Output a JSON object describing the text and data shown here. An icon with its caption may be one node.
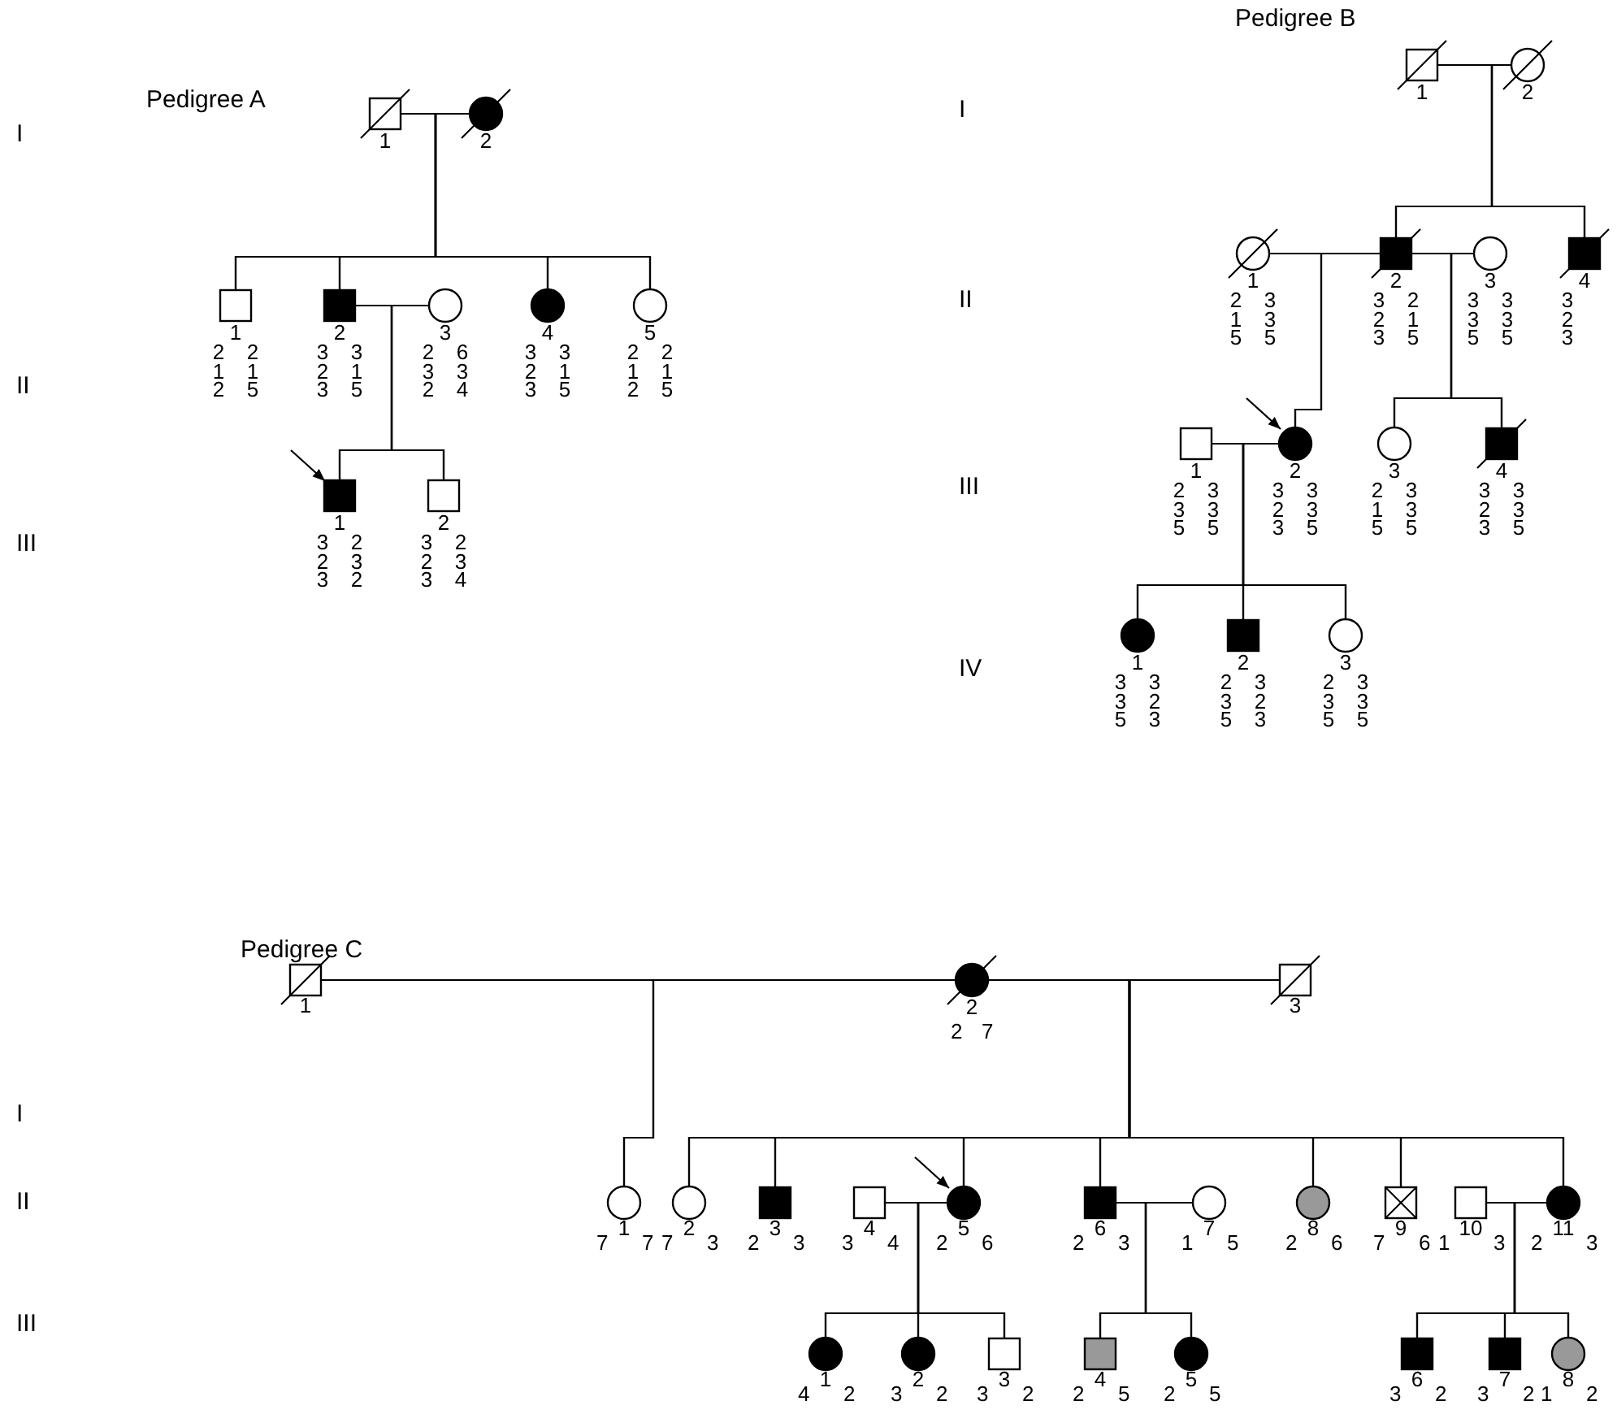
{
  "diagram": {
    "nodes": [
      {
        "text": [
          "1"
        ]
      },
      {
        "text": [
          "2"
        ]
      },
      {
        "text": [
          "1"
        ],
        "beside": [
          "2 1 2",
          "2 1 5"
        ]
      },
      {
        "text": [
          "2"
        ],
        "beside": [
          "3 2 3",
          "3 1 5"
        ]
      },
      {
        "text": [
          "3"
        ],
        "beside": [
          "2 3 2",
          "6 3 4"
        ]
      },
      {
        "text": [
          "4"
        ],
        "beside": [
          "3 2 3",
          "3 1 5"
        ]
      },
      {
        "text": [
          "5"
        ],
        "beside": [
          "2 1 2",
          "2 1 5"
        ]
      },
      {
        "text": [
          "1"
        ],
        "beside": [
          "3 2 3",
          "2 3 2"
        ]
      },
      {
        "text": [
          "2"
        ],
        "beside": [
          "3 2 3",
          "2 3 4"
        ]
      },
      {
        "text": [
          "1"
        ]
      },
      {
        "text": [
          "2"
        ]
      },
      {
        "text": [
          "1"
        ],
        "beside": [
          "2 1 5",
          "3 3 5"
        ]
      },
      {
        "text": [
          "2"
        ],
        "beside": [
          "3 2 3",
          "2 1 5"
        ]
      },
      {
        "text": [
          "3"
        ],
        "beside": [
          "3 3 5",
          "3 3 5"
        ]
      },
      {
        "text": [
          "4"
        ],
        "beside": [
          "3 2 3"
        ]
      },
      {
        "text": [
          "1"
        ],
        "beside": [
          "2 3 5",
          "3 3 5"
        ]
      },
      {
        "text": [
          "2"
        ],
        "beside": [
          "3 2 3",
          "3 3 5"
        ]
      },
      {
        "text": [
          "3"
        ],
        "beside": [
          "2 1 5",
          "3 3 5"
        ]
      },
      {
        "text": [
          "4"
        ],
        "beside": [
          "3 2 3",
          "3 3 5"
        ]
      },
      {
        "text": [
          "1"
        ],
        "beside": [
          "3 3 5",
          "3 2 3"
        ]
      },
      {
        "text": [
          "2"
        ],
        "beside": [
          "2 3 5",
          "3 2 3"
        ]
      },
      {
        "text": [
          "3"
        ],
        "beside": [
          "2 3 5",
          "3 3 5"
        ]
      },
      {
        "text": [
          "1"
        ]
      },
      {
        "text": [
          "2"
        ],
        "beside": [
          "2",
          "7"
        ]
      },
      {
        "text": [
          "3"
        ]
      },
      {
        "text": [
          "1"
        ],
        "beside": [
          "7",
          "7"
        ]
      },
      {
        "text": [
          "2"
        ],
        "beside": [
          "7",
          "3"
        ]
      },
      {
        "text": [
          "3"
        ],
        "beside": [
          "2",
          "3"
        ]
      },
      {
        "text": [
          "4"
        ],
        "beside": [
          "3",
          "4"
        ]
      },
      {
        "text": [
          "5"
        ],
        "beside": [
          "2",
          "6"
        ]
      },
      {
        "text": [
          "6"
        ],
        "beside": [
          "2",
          "3"
        ]
      },
      {
        "text": [
          "7"
        ],
        "beside": [
          "1",
          "5"
        ]
      },
      {
        "text": [
          "8"
        ],
        "beside": [
          "2",
          "6"
        ]
      },
      {
        "text": [
          "9"
        ],
        "beside": [
          "7",
          "6"
        ]
      },
      {
        "text": [
          "10"
        ],
        "beside": [
          "1",
          "3"
        ]
      },
      {
        "text": [
          "11"
        ],
        "beside": [
          "2",
          "3"
        ]
      },
      {
        "text": [
          "1"
        ],
        "beside": [
          "4",
          "2"
        ]
      },
      {
        "text": [
          "2"
        ],
        "beside": [
          "3",
          "2"
        ]
      },
      {
        "text": [
          "3"
        ],
        "beside": [
          "3",
          "2"
        ]
      },
      {
        "text": [
          "4"
        ],
        "beside": [
          "2",
          "5"
        ]
      },
      {
        "text": [
          "5"
        ],
        "beside": [
          "2",
          "5"
        ]
      },
      {
        "text": [
          "6"
        ],
        "beside": [
          "3",
          "2"
        ]
      },
      {
        "text": [
          "7"
        ],
        "beside": [
          "3",
          "2"
        ]
      },
      {
        "text": [
          "8"
        ],
        "beside": [
          "1",
          "2"
        ]
      }
    ],
    "edges": [
      {
        "from": 0,
        "to": 1,
        "arrow": "none"
      },
      {
        "from": 0,
        "to": 2,
        "arrow": "none"
      },
      {
        "from": 1,
        "to": 2,
        "arrow": "none"
      },
      {
        "from": 0,
        "to": 3,
        "arrow": "none"
      },
      {
        "from": 1,
        "to": 3,
        "arrow": "none"
      },
      {
        "from": 0,
        "to": 5,
        "arrow": "none"
      },
      {
        "from": 1,
        "to": 5,
        "arrow": "none"
      },
      {
        "from": 0,
        "to": 6,
        "arrow": "none"
      },
      {
        "from": 1,
        "to": 6,
        "arrow": "none"
      },
      {
        "from": 3,
        "to": 4,
        "arrow": "none"
      },
      {
        "from": 3,
        "to": 7,
        "arrow": "none"
      },
      {
        "from": 4,
        "to": 7,
        "arrow": "none"
      },
      {
        "from": 3,
        "to": 8,
        "arrow": "none"
      },
      {
        "from": 4,
        "to": 8,
        "arrow": "none"
      },
      {
        "from": null,
        "to": 7,
        "arrow": "to"
      },
      {
        "from": 9,
        "to": 10,
        "arrow": "none"
      },
      {
        "from": 9,
        "to": 12,
        "arrow": "none"
      },
      {
        "from": 10,
        "to": 12,
        "arrow": "none"
      },
      {
        "from": 9,
        "to": 14,
        "arrow": "none"
      },
      {
        "from": 10,
        "to": 14,
        "arrow": "none"
      },
      {
        "from": 11,
        "to": 12,
        "arrow": "none"
      },
      {
        "from": 12,
        "to": 13,
        "arrow": "none"
      },
      {
        "from": 11,
        "to": 16,
        "arrow": "none"
      },
      {
        "from": 12,
        "to": 16,
        "arrow": "none"
      },
      {
        "from": 12,
        "to": 17,
        "arrow": "none"
      },
      {
        "from": 13,
        "to": 17,
        "arrow": "none"
      },
      {
        "from": 12,
        "to": 18,
        "arrow": "none"
      },
      {
        "from": 13,
        "to": 18,
        "arrow": "none"
      },
      {
        "from": 15,
        "to": 16,
        "arrow": "none"
      },
      {
        "from": null,
        "to": 16,
        "arrow": "to"
      },
      {
        "from": 15,
        "to": 19,
        "arrow": "none"
      },
      {
        "from": 16,
        "to": 19,
        "arrow": "none"
      },
      {
        "from": 15,
        "to": 20,
        "arrow": "none"
      },
      {
        "from": 16,
        "to": 20,
        "arrow": "none"
      },
      {
        "from": 15,
        "to": 21,
        "arrow": "none"
      },
      {
        "from": 16,
        "to": 21,
        "arrow": "none"
      },
      {
        "from": 22,
        "to": 23,
        "arrow": "none"
      },
      {
        "from": 23,
        "to": 24,
        "arrow": "none"
      },
      {
        "from": 22,
        "to": 25,
        "arrow": "none"
      },
      {
        "from": 23,
        "to": 25,
        "arrow": "none"
      },
      {
        "from": 23,
        "to": 26,
        "arrow": "none"
      },
      {
        "from": 24,
        "to": 26,
        "arrow": "none"
      },
      {
        "from": 23,
        "to": 27,
        "arrow": "none"
      },
      {
        "from": 24,
        "to": 27,
        "arrow": "none"
      },
      {
        "from": 23,
        "to": 29,
        "arrow": "none"
      },
      {
        "from": 24,
        "to": 29,
        "arrow": "none"
      },
      {
        "from": 23,
        "to": 30,
        "arrow": "none"
      },
      {
        "from": 24,
        "to": 30,
        "arrow": "none"
      },
      {
        "from": 23,
        "to": 32,
        "arrow": "none"
      },
      {
        "from": 24,
        "to": 32,
        "arrow": "none"
      },
      {
        "from": 23,
        "to": 33,
        "arrow": "none"
      },
      {
        "from": 24,
        "to": 33,
        "arrow": "none"
      },
      {
        "from": 23,
        "to": 35,
        "arrow": "none"
      },
      {
        "from": 24,
        "to": 35,
        "arrow": "none"
      },
      {
        "from": 28,
        "to": 29,
        "arrow": "none"
      },
      {
        "from": null,
        "to": 29,
        "arrow": "to"
      },
      {
        "from": 30,
        "to": 31,
        "arrow": "none"
      },
      {
        "from": 34,
        "to": 35,
        "arrow": "none"
      },
      {
        "from": 28,
        "to": 36,
        "arrow": "none"
      },
      {
        "from": 29,
        "to": 36,
        "arrow": "none"
      },
      {
        "from": 28,
        "to": 37,
        "arrow": "none"
      },
      {
        "from": 29,
        "to": 37,
        "arrow": "none"
      },
      {
        "from": 28,
        "to": 38,
        "arrow": "none"
      },
      {
        "from": 29,
        "to": 38,
        "arrow": "none"
      },
      {
        "from": 30,
        "to": 39,
        "arrow": "none"
      },
      {
        "from": 31,
        "to": 39,
        "arrow": "none"
      },
      {
        "from": 30,
        "to": 40,
        "arrow": "none"
      },
      {
        "from": 31,
        "to": 40,
        "arrow": "none"
      },
      {
        "from": 34,
        "to": 41,
        "arrow": "none"
      },
      {
        "from": 35,
        "to": 41,
        "arrow": "none"
      },
      {
        "from": 34,
        "to": 42,
        "arrow": "none"
      },
      {
        "from": 35,
        "to": 42,
        "arrow": "none"
      },
      {
        "from": 34,
        "to": 43,
        "arrow": "none"
      },
      {
        "from": 35,
        "to": 43,
        "arrow": "none"
      }
    ],
    "labels": [
      "Pedigree A",
      "I",
      "II",
      "III",
      "Pedigree B",
      "I",
      "II",
      "III",
      "IV",
      "Pedigree C",
      "I",
      "II",
      "III"
    ]
  }
}
